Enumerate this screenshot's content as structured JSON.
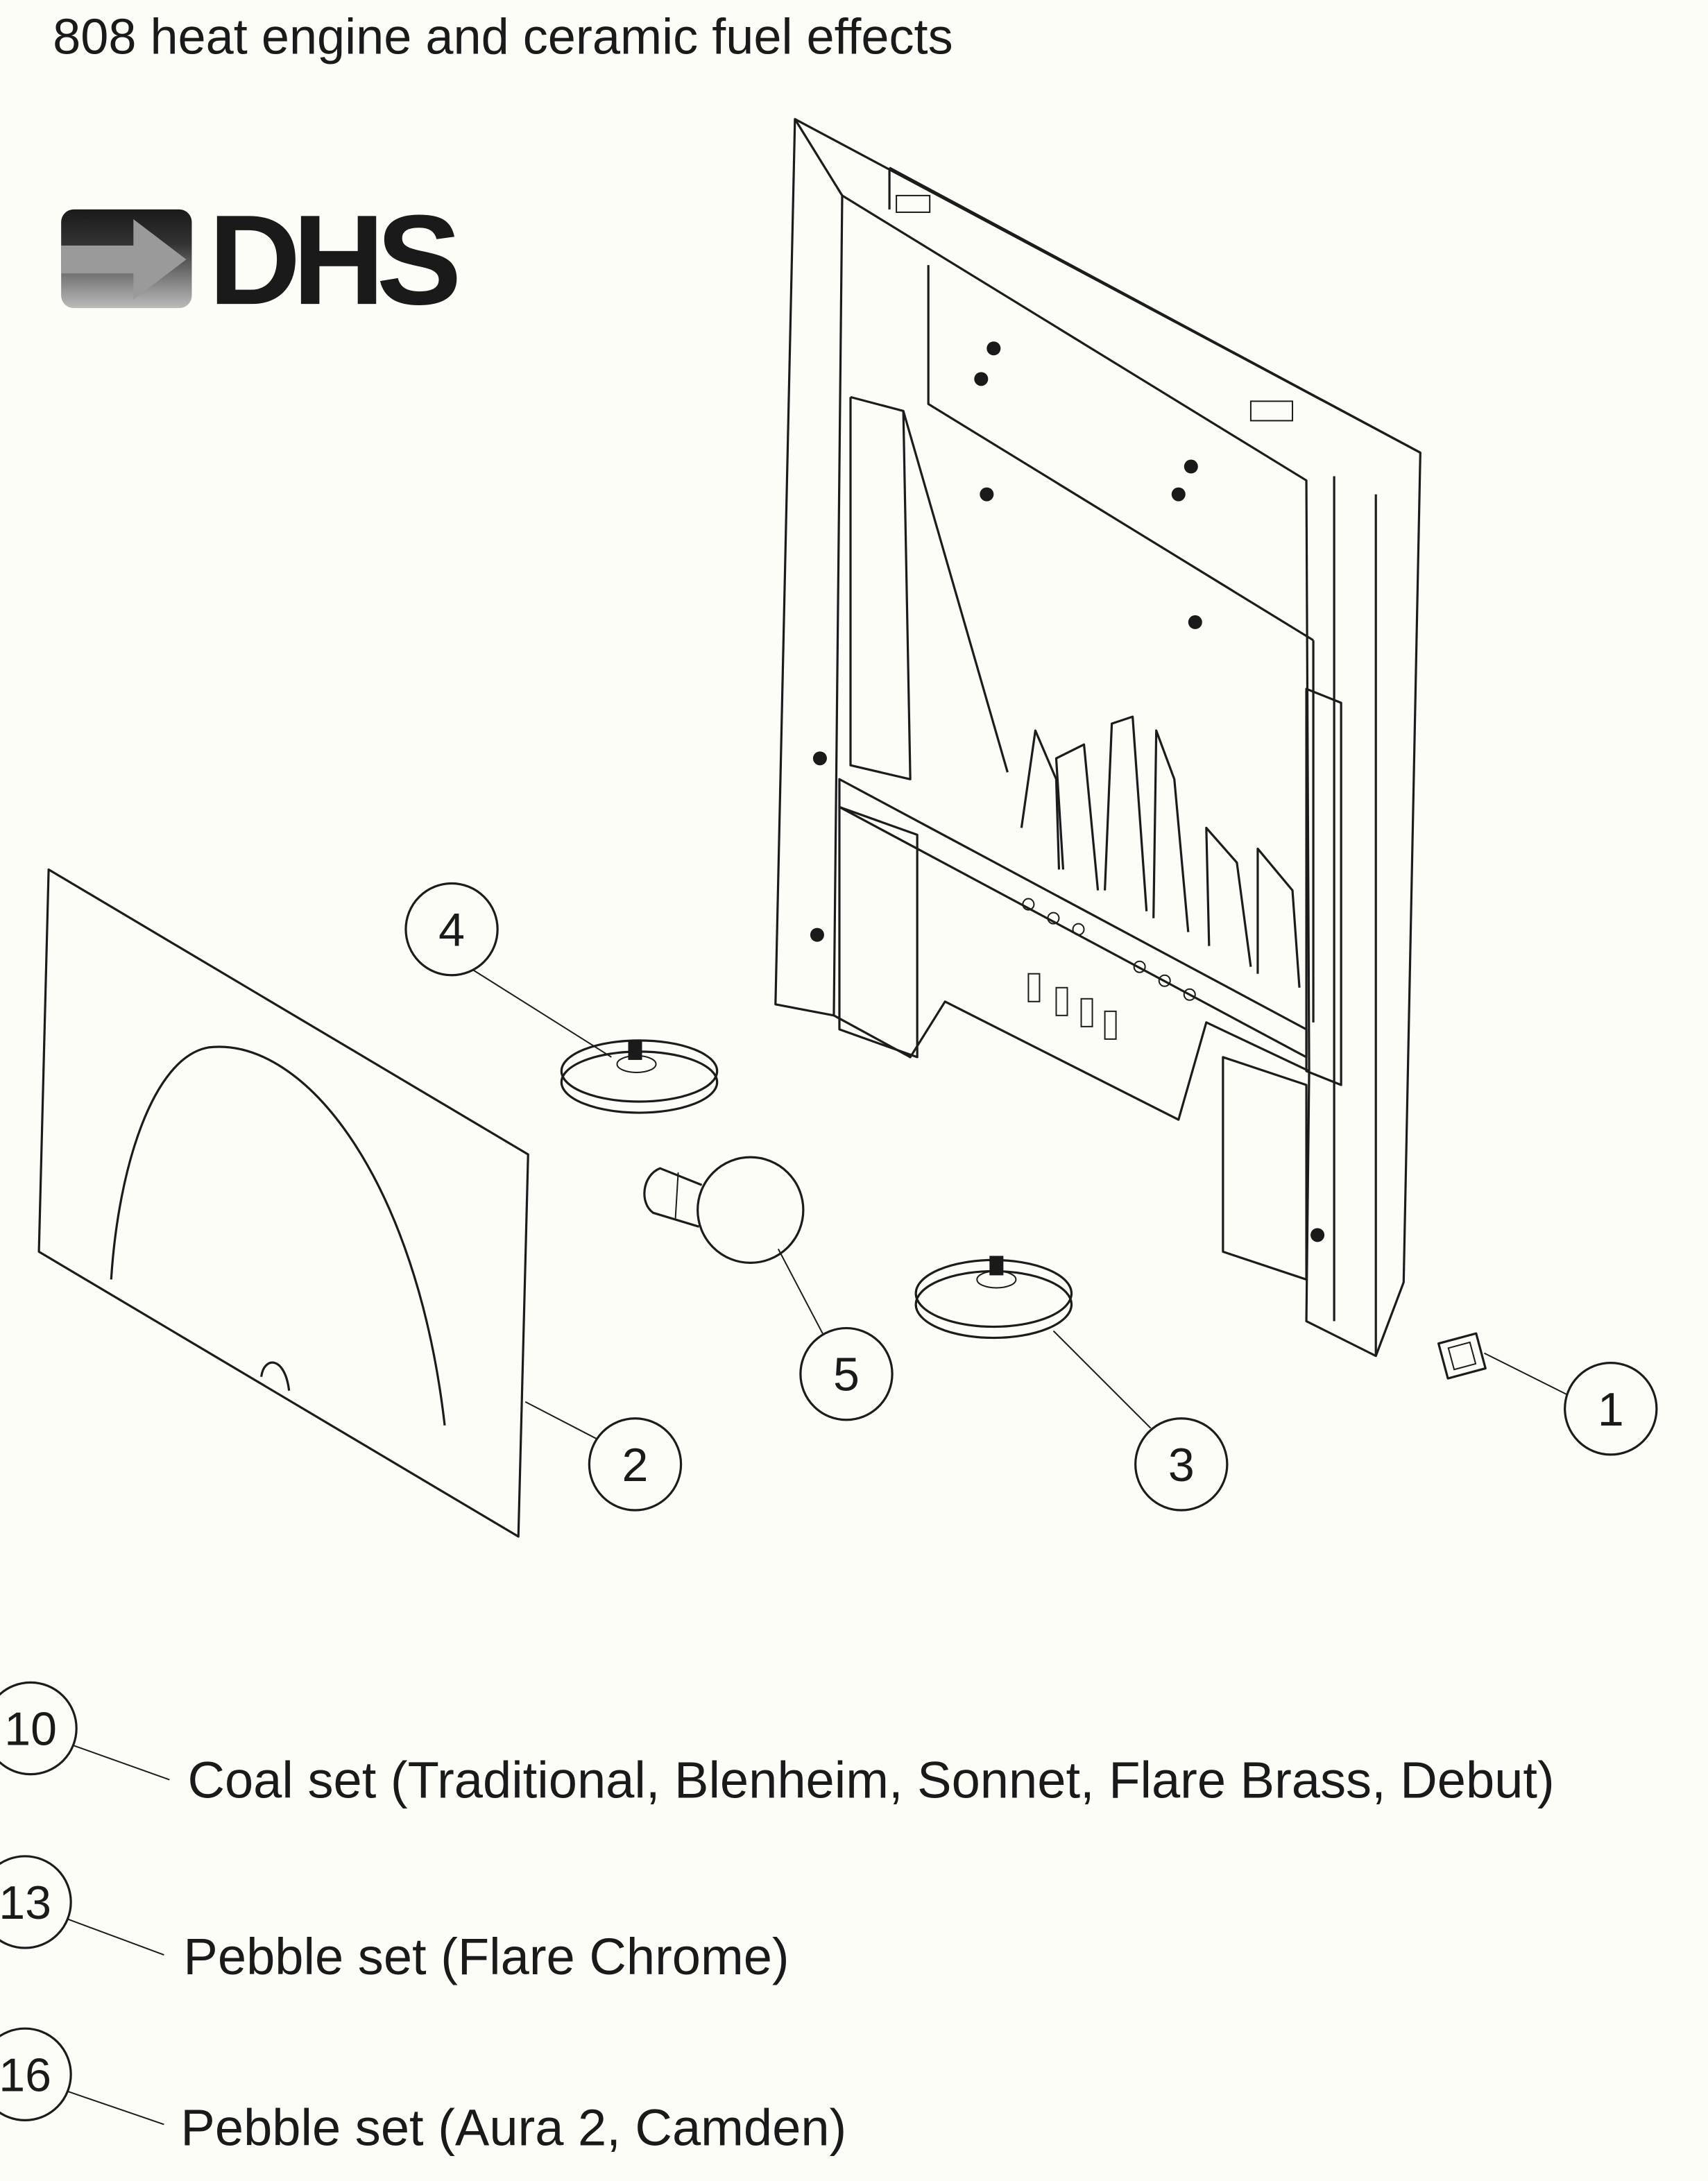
{
  "title": "808 heat engine and ceramic fuel effects",
  "logo": {
    "text": "DHS",
    "color": "#1a1a1a"
  },
  "diagram_callouts": [
    "1",
    "2",
    "3",
    "4",
    "5"
  ],
  "parts_list": [
    {
      "number": "10",
      "label": "Coal set (Traditional, Blenheim, Sonnet, Flare Brass, Debut)"
    },
    {
      "number": "13",
      "label": "Pebble set (Flare Chrome)"
    },
    {
      "number": "16",
      "label": "Pebble set (Aura 2, Camden)"
    }
  ]
}
